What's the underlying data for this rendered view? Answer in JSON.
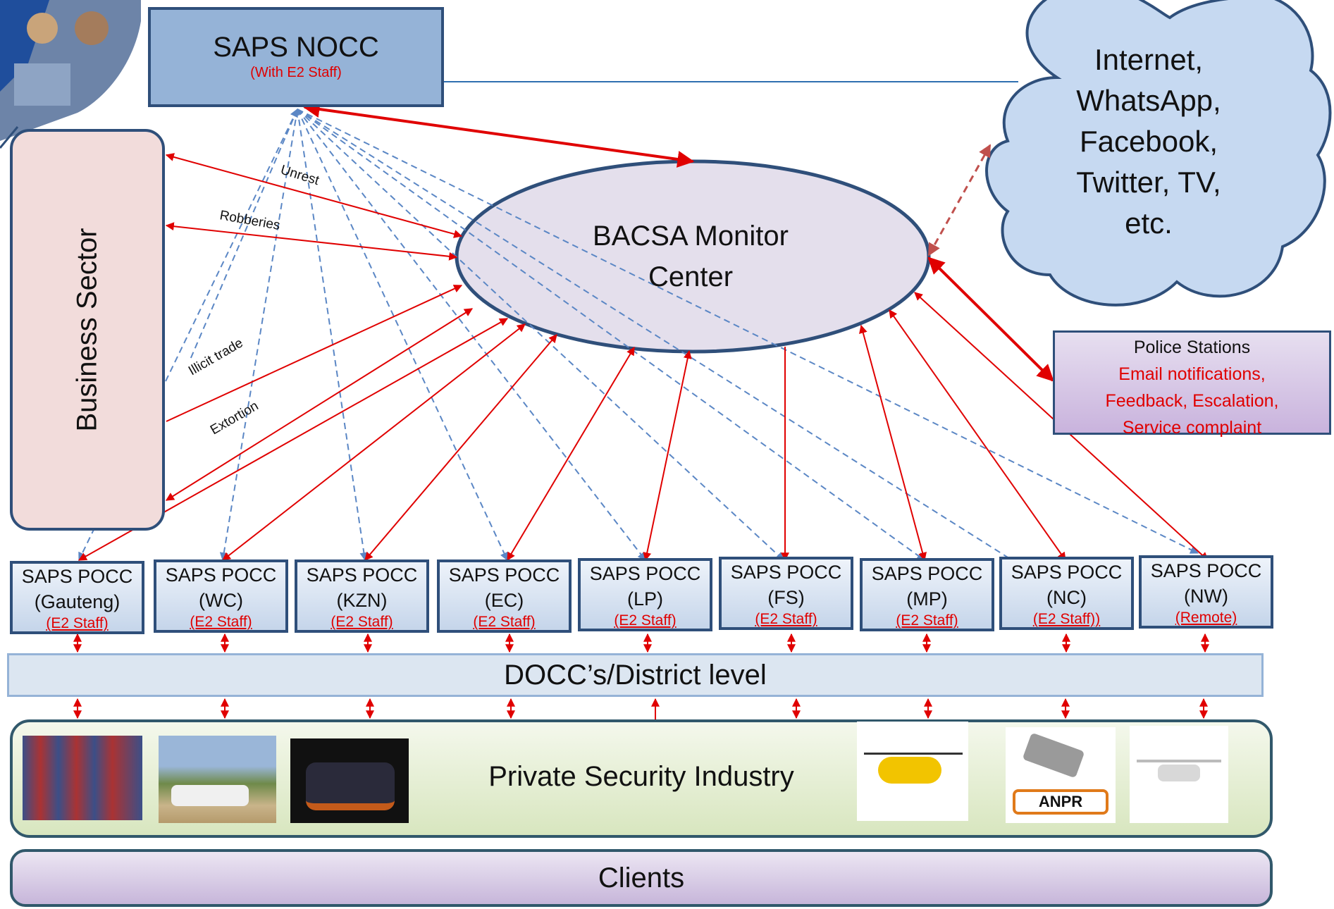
{
  "nocc": {
    "title": "SAPS NOCC",
    "subtitle": "(With E2 Staff)"
  },
  "cloud": {
    "lines": [
      "Internet,",
      "WhatsApp,",
      "Facebook,",
      "Twitter, TV,",
      "etc."
    ]
  },
  "business_sector": {
    "label": "Business Sector"
  },
  "bacsa": {
    "lines": [
      "BACSA Monitor",
      "Center"
    ]
  },
  "arrow_labels": [
    "Unrest",
    "Robberies",
    "Illicit trade",
    "Extortion"
  ],
  "police_stations": {
    "title": "Police Stations",
    "lines": [
      "Email notifications,",
      "Feedback, Escalation,",
      "Service complaint"
    ]
  },
  "poccs": [
    {
      "name": "SAPS POCC",
      "region": "(Gauteng)",
      "staff": "(E2 Staff)"
    },
    {
      "name": "SAPS POCC",
      "region": "(WC)",
      "staff": "(E2 Staff)"
    },
    {
      "name": "SAPS POCC",
      "region": "(KZN)",
      "staff": "(E2 Staff)"
    },
    {
      "name": "SAPS POCC",
      "region": "(EC)",
      "staff": "(E2 Staff)"
    },
    {
      "name": "SAPS POCC",
      "region": "(LP)",
      "staff": "(E2 Staff)"
    },
    {
      "name": "SAPS POCC",
      "region": "(FS)",
      "staff": "(E2 Staff)"
    },
    {
      "name": "SAPS POCC",
      "region": "(MP)",
      "staff": "(E2 Staff)"
    },
    {
      "name": "SAPS POCC",
      "region": "(NC)",
      "staff": "(E2 Staff))"
    },
    {
      "name": "SAPS POCC",
      "region": "(NW)",
      "staff": "(Remote)"
    }
  ],
  "docc": {
    "label": "DOCC’s/District level"
  },
  "private_security": {
    "label": "Private Security Industry",
    "anpr_label": "ANPR"
  },
  "clients": {
    "label": "Clients"
  },
  "colors": {
    "red": "#e00000",
    "blue_dashed": "#5b87c5",
    "border": "#2f4f7a",
    "cloud_fill": "#c6d9f1"
  }
}
